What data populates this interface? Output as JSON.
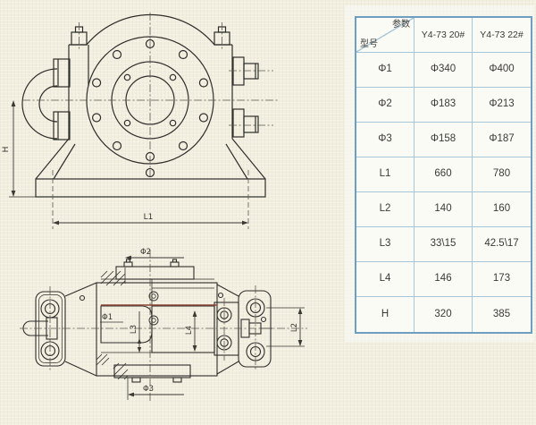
{
  "table": {
    "corner": {
      "top_right": "参数",
      "bottom_left": "型号"
    },
    "columns": [
      "Y4-73 20#",
      "Y4-73 22#"
    ],
    "rows": [
      {
        "label": "Φ1",
        "v1": "Φ340",
        "v2": "Φ400"
      },
      {
        "label": "Φ2",
        "v1": "Φ183",
        "v2": "Φ213"
      },
      {
        "label": "Φ3",
        "v1": "Φ158",
        "v2": "Φ187"
      },
      {
        "label": "L1",
        "v1": "660",
        "v2": "780"
      },
      {
        "label": "L2",
        "v1": "140",
        "v2": "160"
      },
      {
        "label": "L3",
        "v1": "33\\15",
        "v2": "42.5\\17"
      },
      {
        "label": "L4",
        "v1": "146",
        "v2": "173"
      },
      {
        "label": "H",
        "v1": "320",
        "v2": "385"
      }
    ]
  },
  "front_view": {
    "dim_h": "H",
    "dim_l1": "L1"
  },
  "top_view": {
    "dim_phi1": "Φ1",
    "dim_phi2": "Φ2",
    "dim_phi3": "Φ3",
    "dim_l2": "L2",
    "dim_l3": "L3",
    "dim_l4": "L4"
  },
  "colors": {
    "background": "#f2efe0",
    "line": "#2f2e2b",
    "table_border": "#6e9fc0",
    "accent_red": "#8a4534"
  }
}
